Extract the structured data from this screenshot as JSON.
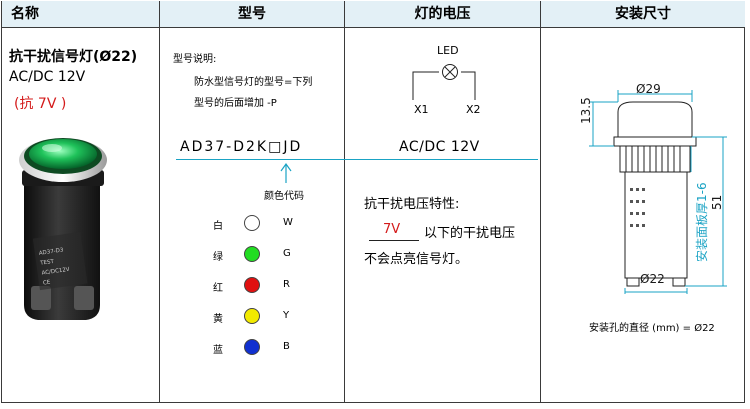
{
  "header": {
    "col1": "名称",
    "col2": "型号",
    "col3": "灯的电压",
    "col4": "安装尺寸"
  },
  "name": {
    "line1": "抗干扰信号灯(Ø22)",
    "line2": "AC/DC 12V",
    "line3": "(抗  7V  )"
  },
  "product_label": {
    "line1": "AD37-D3",
    "line2": "TEST",
    "line3": "AC/DC12V",
    "line4": "CE"
  },
  "model": {
    "note_title": "型号说明:",
    "note1": "防水型信号灯的型号=下列",
    "note2": "型号的后面增加 -P",
    "code": "AD37-D2K□JD",
    "color_code_label": "颜色代码",
    "colors": [
      {
        "name": "白",
        "code": "W",
        "hex": "#ffffff"
      },
      {
        "name": "绿",
        "code": "G",
        "hex": "#22dd22"
      },
      {
        "name": "红",
        "code": "R",
        "hex": "#e01010"
      },
      {
        "name": "黄",
        "code": "Y",
        "hex": "#f2ea00"
      },
      {
        "name": "蓝",
        "code": "B",
        "hex": "#1030d0"
      }
    ]
  },
  "voltage": {
    "led_label": "LED",
    "x1": "X1",
    "x2": "X2",
    "value": "AC/DC 12V",
    "anti_title": "抗干扰电压特性:",
    "anti_value": "7V",
    "anti_text": "以下的干扰电压",
    "anti_text2": "不会点亮信号灯。"
  },
  "dimensions": {
    "d29": "Ø29",
    "h135": "13.5",
    "panel": "安装面板厚1-6",
    "h51": "51",
    "d22": "Ø22",
    "hole": "安装孔的直径 (mm) = Ø22"
  },
  "colors": {
    "header_bg": "#e3f0f6",
    "accent": "#1aa3c4",
    "highlight": "#d41a1a"
  }
}
